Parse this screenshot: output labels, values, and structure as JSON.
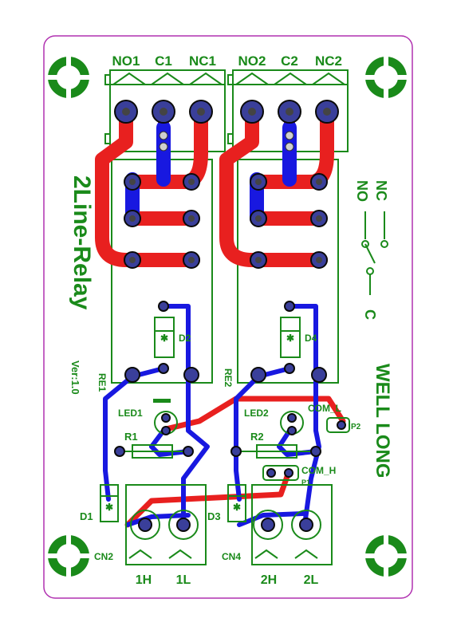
{
  "colors": {
    "silkscreen": "#1a8a1a",
    "top_copper": "#e8201f",
    "bottom_copper": "#1818e0",
    "outline": "#b030b0",
    "pad": "#3a3f9a"
  },
  "terminals_top": {
    "no1": "NO1",
    "c1": "C1",
    "nc1": "NC1",
    "no2": "NO2",
    "c2": "C2",
    "nc2": "NC2"
  },
  "terminals_bottom": {
    "h1": "1H",
    "l1": "1L",
    "h2": "2H",
    "l2": "2L"
  },
  "title": "2Line-Relay",
  "version": "Ver:1.0",
  "brand": "WELL LONG",
  "legend": {
    "nc": "NC",
    "no": "NO",
    "c": "C"
  },
  "refs": {
    "re1": "RE1",
    "re2": "RE2",
    "d1": "D1",
    "d2": "D2",
    "d3": "D3",
    "d4": "D4",
    "led1": "LED1",
    "led2": "LED2",
    "r1": "R1",
    "r2": "R2",
    "cn2": "CN2",
    "cn4": "CN4",
    "p1": "P1",
    "p2": "P2",
    "com_h": "COM_H",
    "com_l": "COM_L"
  }
}
